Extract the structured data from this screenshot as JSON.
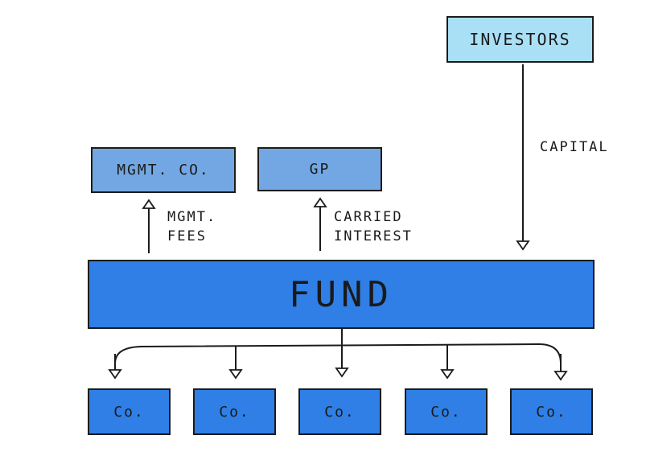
{
  "nodes": {
    "investors": "INVESTORS",
    "mgmt_co": "MGMT. CO.",
    "gp": "GP",
    "fund": "FUND",
    "companies": [
      "Co.",
      "Co.",
      "Co.",
      "Co.",
      "Co."
    ]
  },
  "flows": {
    "capital": "CAPITAL",
    "mgmt_fees": [
      "MGMT.",
      "FEES"
    ],
    "carried_interest": [
      "CARRIED",
      "INTEREST"
    ]
  },
  "colors": {
    "investors_fill": "#a9e0f6",
    "secondary_fill": "#73a7e3",
    "fund_fill": "#2f7fe6",
    "company_fill": "#2f7fe6",
    "ink": "#1b1b1b"
  }
}
